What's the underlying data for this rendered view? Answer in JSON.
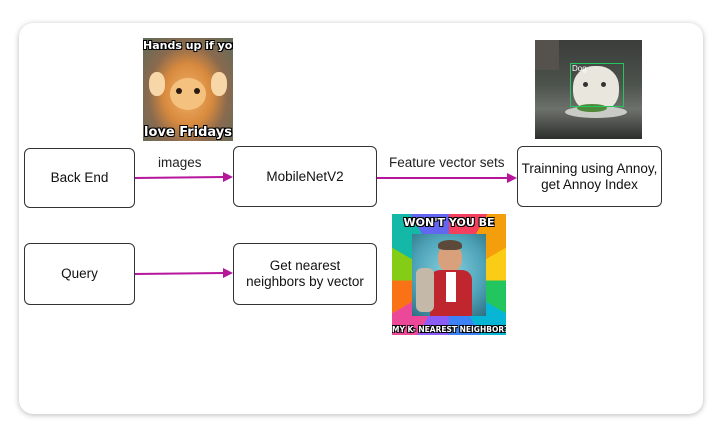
{
  "nodes": {
    "back_end": "Back End",
    "mobilenet": "MobileNetV2",
    "training": "Trainning using Annoy, get Annoy Index",
    "query": "Query",
    "nearest": "Get nearest neighbors by vector"
  },
  "edges": {
    "images": "images",
    "feature_vectors": "Feature vector sets"
  },
  "images": {
    "cat_meme": {
      "top_text": "Hands up if you",
      "bottom_text": "love Fridays"
    },
    "cat_table": {
      "box_label": "Dog"
    },
    "neighbor_meme": {
      "top_text": "WON'T YOU BE",
      "bottom_text": "MY K- NEAREST NEIGHBOR?"
    }
  },
  "colors": {
    "arrow": "#b5169c",
    "box_border": "#333333",
    "detection_box": "#22c55e"
  }
}
